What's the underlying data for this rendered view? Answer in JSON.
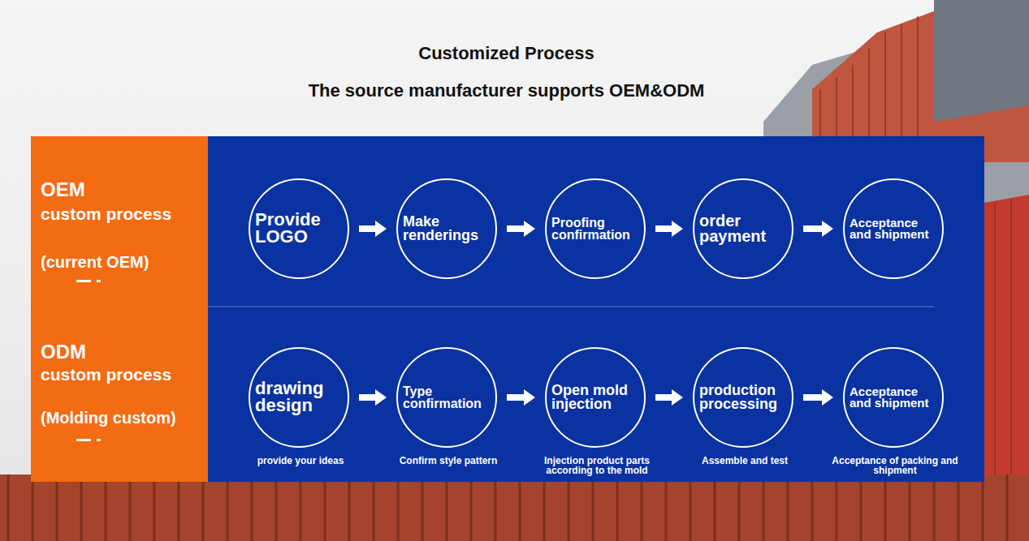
{
  "diagram": {
    "title": "Customized Process",
    "nodes": [
      {
        "text": [
          "OEM",
          "custom process",
          "(current OEM)",
          "ODM",
          "custom process",
          "(Molding custom)"
        ]
      },
      {
        "text": [
          "Provide LOGO"
        ]
      },
      {
        "text": [
          "Make renderings"
        ]
      },
      {
        "text": [
          "Proofing confirmation"
        ]
      },
      {
        "text": [
          "order payment"
        ]
      },
      {
        "text": [
          "Acceptance and shipment"
        ]
      },
      {
        "text": [
          "drawing design",
          "provide your ideas"
        ]
      },
      {
        "text": [
          "Type confirmation",
          "Confirm style pattern"
        ]
      },
      {
        "text": [
          "Open mold injection",
          "Injection product parts according to the mold"
        ]
      },
      {
        "text": [
          "production processing",
          "Assemble and test"
        ]
      },
      {
        "text": [
          "Acceptance and shipment",
          "Acceptance of packing and shipment"
        ]
      }
    ],
    "edges": [
      {
        "from": 1,
        "to": 2,
        "arrow": "to"
      },
      {
        "from": 2,
        "to": 3,
        "arrow": "to"
      },
      {
        "from": 3,
        "to": 4,
        "arrow": "to"
      },
      {
        "from": 4,
        "to": 5,
        "arrow": "to"
      },
      {
        "from": 6,
        "to": 7,
        "arrow": "to"
      },
      {
        "from": 7,
        "to": 8,
        "arrow": "to"
      },
      {
        "from": 8,
        "to": 9,
        "arrow": "to"
      },
      {
        "from": 9,
        "to": 10,
        "arrow": "to"
      }
    ],
    "labels": [
      "The source manufacturer supports OEM&ODM"
    ]
  }
}
